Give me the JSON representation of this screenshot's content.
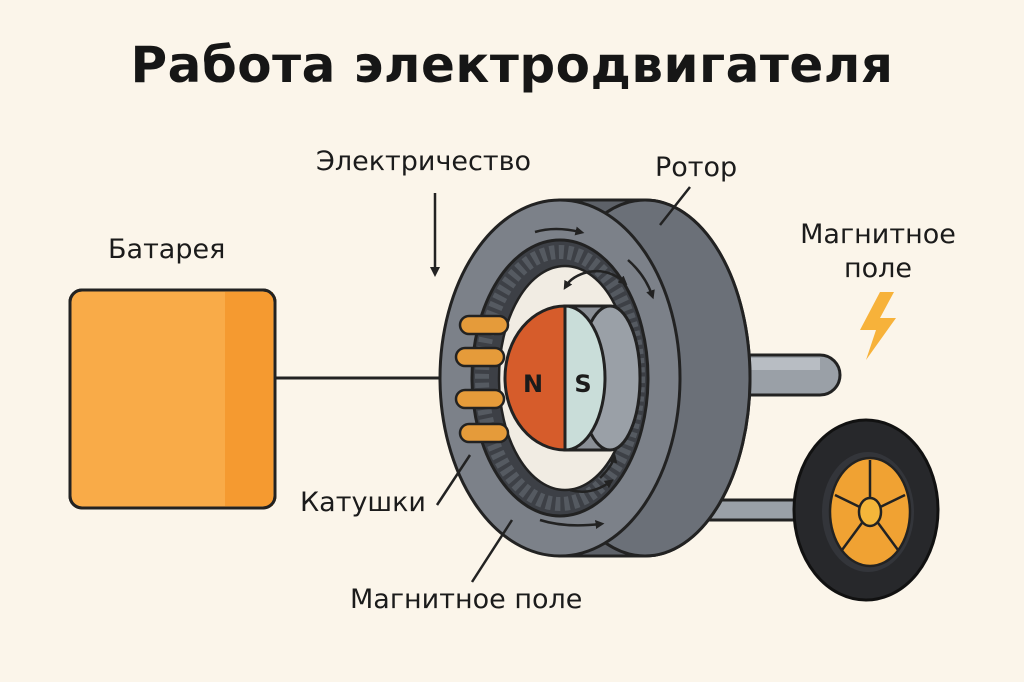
{
  "title": "Работа электродвигателя",
  "labels": {
    "battery": "Батарея",
    "electricity": "Электричество",
    "rotor": "Ротор",
    "magnetic_field_right_line1": "Магнитное",
    "magnetic_field_right_line2": "поле",
    "coils": "Катушки",
    "magnetic_field_bottom": "Магнитное поле",
    "pole_n": "N",
    "pole_s": "S"
  },
  "colors": {
    "background": "#fbf5ea",
    "battery": "#f9ab48",
    "battery_shade": "#f59a30",
    "stator": "#7c8189",
    "stator_dark": "#5d6168",
    "coil": "#e59b3a",
    "magnet_n": "#d65c2b",
    "magnet_s": "#c9ddd9",
    "wheel_rim": "#f0a233",
    "tire": "#27282b",
    "bolt": "#f4b63a"
  },
  "icons": {
    "lightning": "lightning-bolt-icon",
    "arrows": "rotation-arrow-icon"
  }
}
